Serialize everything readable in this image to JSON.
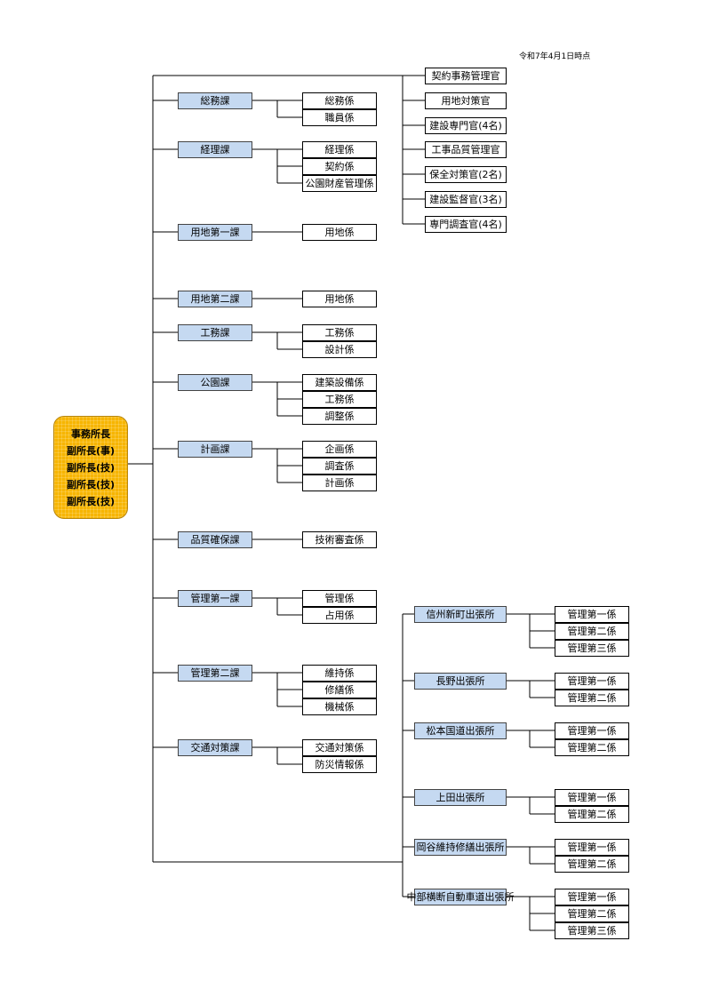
{
  "date": "令和7年4月1日時点",
  "head": [
    "事務所長",
    "副所長(事)",
    "副所長(技)",
    "副所長(技)",
    "副所長(技)"
  ],
  "officers": [
    "契約事務管理官",
    "用地対策官",
    "建設専門官(4名)",
    "工事品質管理官",
    "保全対策官(2名)",
    "建設監督官(3名)",
    "専門調査官(4名)"
  ],
  "departments": [
    {
      "name": "総務課",
      "sections": [
        "総務係",
        "職員係"
      ]
    },
    {
      "name": "経理課",
      "sections": [
        "経理係",
        "契約係",
        "公園財産管理係"
      ]
    },
    {
      "name": "用地第一課",
      "sections": [
        "用地係"
      ]
    },
    {
      "name": "用地第二課",
      "sections": [
        "用地係"
      ]
    },
    {
      "name": "工務課",
      "sections": [
        "工務係",
        "設計係"
      ]
    },
    {
      "name": "公園課",
      "sections": [
        "建築設備係",
        "工務係",
        "調整係"
      ]
    },
    {
      "name": "計画課",
      "sections": [
        "企画係",
        "調査係",
        "計画係"
      ]
    },
    {
      "name": "品質確保課",
      "sections": [
        "技術審査係"
      ]
    },
    {
      "name": "管理第一課",
      "sections": [
        "管理係",
        "占用係"
      ]
    },
    {
      "name": "管理第二課",
      "sections": [
        "維持係",
        "修繕係",
        "機械係"
      ]
    },
    {
      "name": "交通対策課",
      "sections": [
        "交通対策係",
        "防災情報係"
      ]
    }
  ],
  "offices": [
    {
      "name": "信州新町出張所",
      "sections": [
        "管理第一係",
        "管理第二係",
        "管理第三係"
      ]
    },
    {
      "name": "長野出張所",
      "sections": [
        "管理第一係",
        "管理第二係"
      ]
    },
    {
      "name": "松本国道出張所",
      "sections": [
        "管理第一係",
        "管理第二係"
      ]
    },
    {
      "name": "上田出張所",
      "sections": [
        "管理第一係",
        "管理第二係"
      ]
    },
    {
      "name": "岡谷維持修繕出張所",
      "sections": [
        "管理第一係",
        "管理第二係"
      ]
    },
    {
      "name": "中部横断自動車道出張所",
      "sections": [
        "管理第一係",
        "管理第二係",
        "管理第三係"
      ]
    }
  ]
}
